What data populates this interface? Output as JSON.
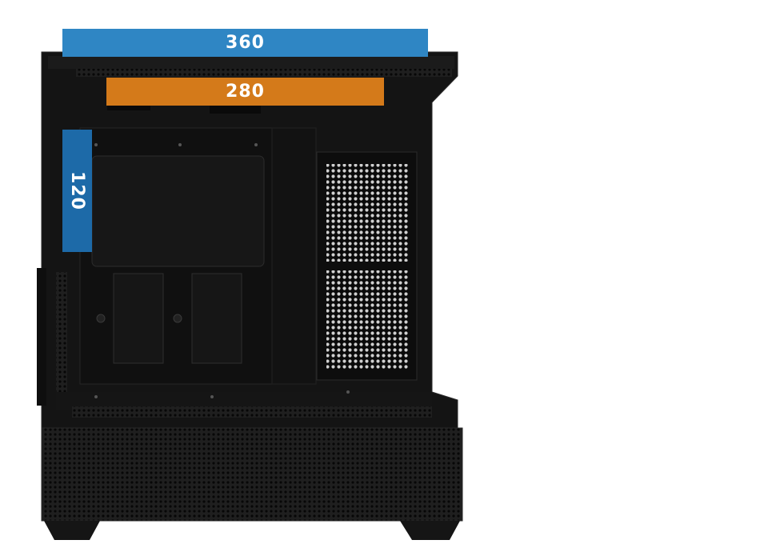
{
  "image_title": "",
  "case": {
    "body_color": "#141414",
    "panel_color": "#0c0c0c",
    "mesh_color": "#1a1a1a"
  },
  "radiator_labels": {
    "top": {
      "text": "360",
      "color": "#2f86c4"
    },
    "top_inner": {
      "text": "280",
      "color": "#d47a1a"
    },
    "rear": {
      "text": "120",
      "color": "#1d6aa8"
    }
  }
}
